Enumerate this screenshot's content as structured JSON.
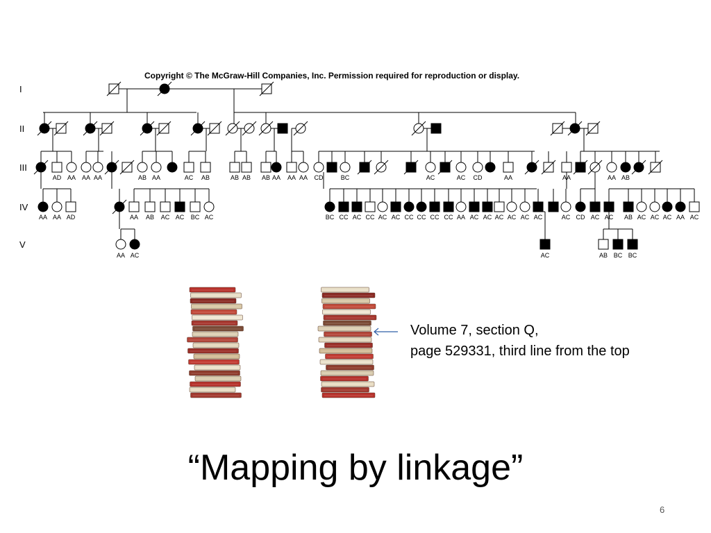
{
  "copyright": "Copyright © The McGraw-Hill Companies, Inc. Permission required for reproduction or display.",
  "generations": [
    "I",
    "II",
    "III",
    "IV",
    "V"
  ],
  "genotypes": {
    "gen3": [
      "AD",
      "AA",
      "AA",
      "AA",
      "AB",
      "AA",
      "AC",
      "AB",
      "AB",
      "AB",
      "AB",
      "AA",
      "AA",
      "AA",
      "CD",
      "BC",
      "AC",
      "AC",
      "CD",
      "AA",
      "AA",
      "AA",
      "AB"
    ],
    "gen4": [
      "AA",
      "AA",
      "AD",
      "AA",
      "AB",
      "AC",
      "AC",
      "BC",
      "AC",
      "BC",
      "CC",
      "AC",
      "CC",
      "AC",
      "AC",
      "CC",
      "CC",
      "CC",
      "CC",
      "AA",
      "AC",
      "AC",
      "AC",
      "AC",
      "AC",
      "AC",
      "AC",
      "CD",
      "AC",
      "AC",
      "AB",
      "AC",
      "AC",
      "AC",
      "AA",
      "AC"
    ],
    "gen5": [
      "AA",
      "AC",
      "AC",
      "AB",
      "BC",
      "BC"
    ]
  },
  "caption": {
    "line1": "Volume 7, section Q,",
    "line2": "page 529331, third line from the top"
  },
  "title": "“Mapping by linkage”",
  "page_number": "6",
  "colors": {
    "book_red": "#b8322c",
    "book_cream": "#e9dfc8",
    "arrow": "#2f5fa8"
  }
}
